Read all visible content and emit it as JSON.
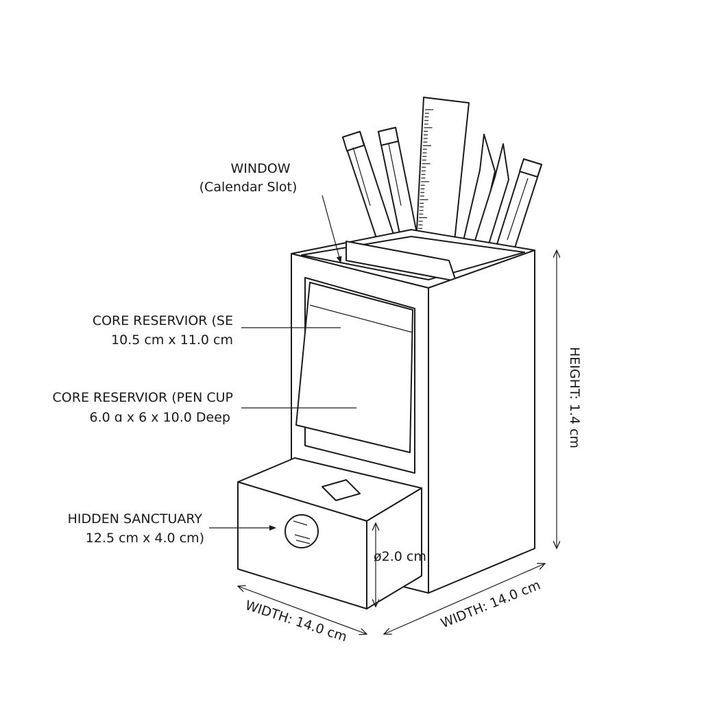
{
  "labels": {
    "window_title": "WINDOW",
    "window_sub": "(Calendar Slot)",
    "core_se_title": "CORE RESERVIOR (SE",
    "core_se_dims": "10.5 cm x 11.0 cm",
    "pen_cup_title": "CORE RESERVIOR (PEN CUP",
    "pen_cup_dims": "6.0 ɑ x 6 x 10.0 Deep",
    "hidden_title": "HIDDEN SANCTUARY",
    "hidden_dims": "12.5 cm x 4.0 cm)",
    "diameter": "ø2.0 cm",
    "height": "HEIGHT: 1.4 cm",
    "width_left": "WIDTH: 14.0 cm",
    "width_right": "WIDTH: 14.0 cm"
  },
  "colors": {
    "ink": "#1a1a1a",
    "background": "#ffffff"
  }
}
